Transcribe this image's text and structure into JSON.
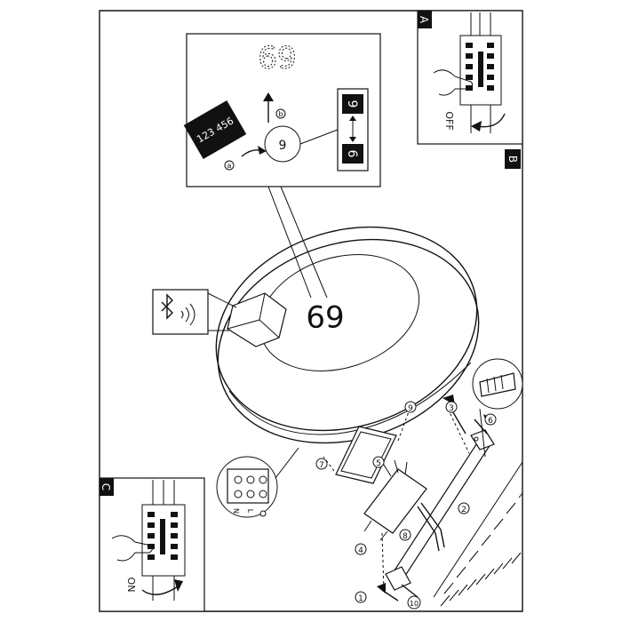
{
  "insets": {
    "a": {
      "letter": "A",
      "state": "OFF"
    },
    "b": {
      "letter": "B"
    },
    "c": {
      "letter": "C",
      "state": "ON"
    }
  },
  "detail": {
    "number_tiles": "123 456",
    "tile_top": "9",
    "tile_bottom": "6",
    "mark_a": "a",
    "mark_b": "b",
    "lamp_digits": "69"
  },
  "callouts": [
    "1",
    "2",
    "3",
    "4",
    "5",
    "6",
    "7",
    "8",
    "9",
    "10"
  ],
  "terminal_labels": {
    "n": "N",
    "l": "L"
  }
}
